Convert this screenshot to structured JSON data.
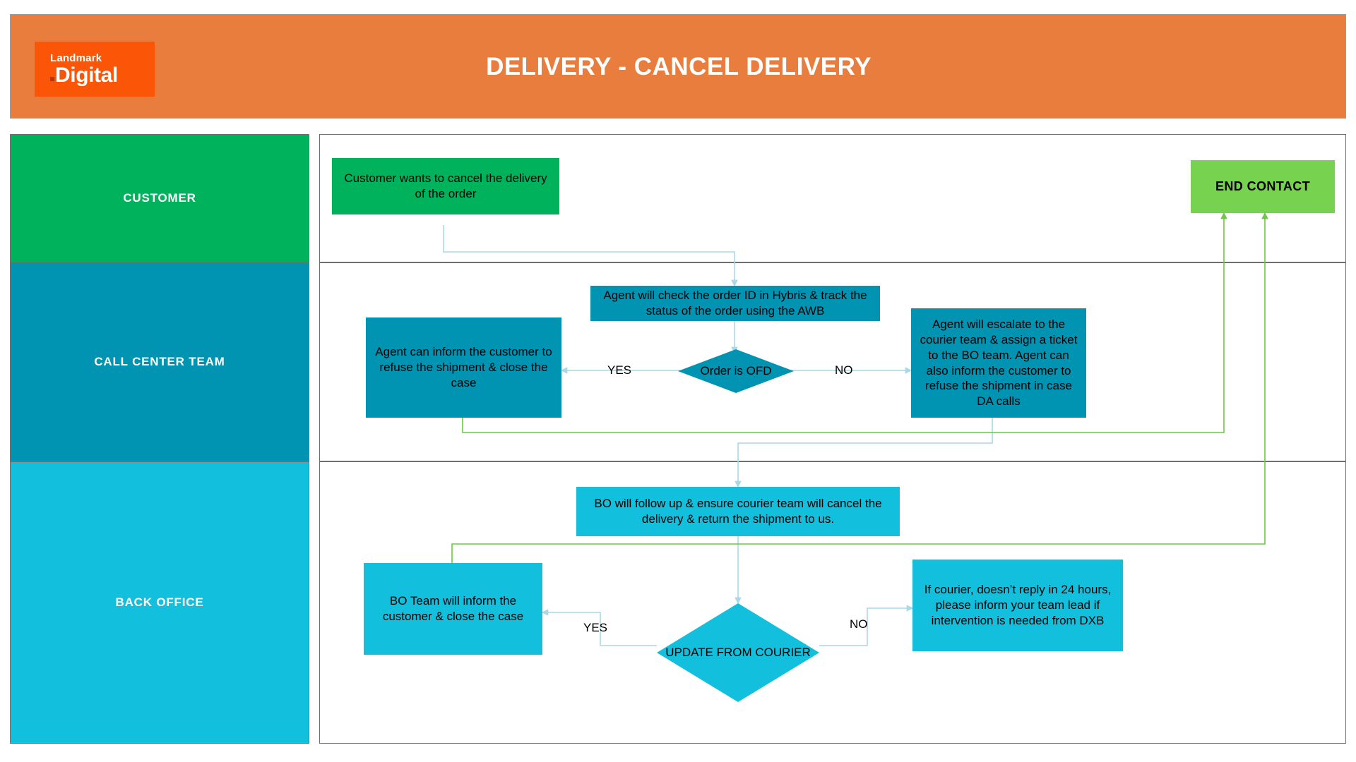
{
  "header": {
    "title": "DELIVERY - CANCEL DELIVERY",
    "logo_top": "Landmark",
    "logo_bottom": "Digital",
    "band_color": "#e87d3e",
    "logo_color": "#fb5607"
  },
  "lanes": [
    {
      "id": "customer",
      "label": "CUSTOMER",
      "color": "#01b25c"
    },
    {
      "id": "callcenter",
      "label": "CALL CENTER TEAM",
      "color": "#0093b2"
    },
    {
      "id": "backoffice",
      "label": "BACK OFFICE",
      "color": "#12c0de"
    }
  ],
  "nodes": {
    "customer_start": {
      "text": "Customer wants to cancel the delivery of the order",
      "lane": "customer",
      "color": "#01b25c",
      "shape": "rect"
    },
    "end_contact": {
      "text": "END CONTACT",
      "lane": "customer",
      "color": "#77d24f",
      "shape": "rect"
    },
    "cc_check_order": {
      "text": "Agent will check the order ID in Hybris & track the status of the order using the AWB",
      "lane": "callcenter",
      "color": "#0093b2",
      "shape": "rect"
    },
    "cc_refuse_shipment": {
      "text": "Agent can inform the customer to refuse the shipment  & close the case",
      "lane": "callcenter",
      "color": "#0093b2",
      "shape": "rect"
    },
    "cc_escalate": {
      "text": "Agent will escalate to the courier team & assign a ticket to the BO team. Agent can also inform the customer to refuse the shipment in case DA calls",
      "lane": "callcenter",
      "color": "#0093b2",
      "shape": "rect"
    },
    "cc_decision": {
      "text": "Order is OFD",
      "lane": "callcenter",
      "color": "#0093b2",
      "shape": "diamond"
    },
    "bo_follow_up": {
      "text": "BO will follow up & ensure courier team will cancel the delivery & return the shipment to us.",
      "lane": "backoffice",
      "color": "#12c0de",
      "shape": "rect"
    },
    "bo_inform_customer": {
      "text": "BO Team will inform the customer & close the case",
      "lane": "backoffice",
      "color": "#12c0de",
      "shape": "rect"
    },
    "bo_escalate_dxb": {
      "text": "If courier, doesn’t reply in 24 hours, please inform your team lead if intervention is needed from DXB",
      "lane": "backoffice",
      "color": "#12c0de",
      "shape": "rect"
    },
    "bo_decision": {
      "text": "UPDATE FROM COURIER",
      "lane": "backoffice",
      "color": "#12c0de",
      "shape": "diamond"
    }
  },
  "edge_labels": {
    "cc_yes": "YES",
    "cc_no": "NO",
    "bo_yes": "YES",
    "bo_no": "NO"
  },
  "connector_colors": {
    "flow": "#a9d8e6",
    "terminate": "#6fc644"
  }
}
